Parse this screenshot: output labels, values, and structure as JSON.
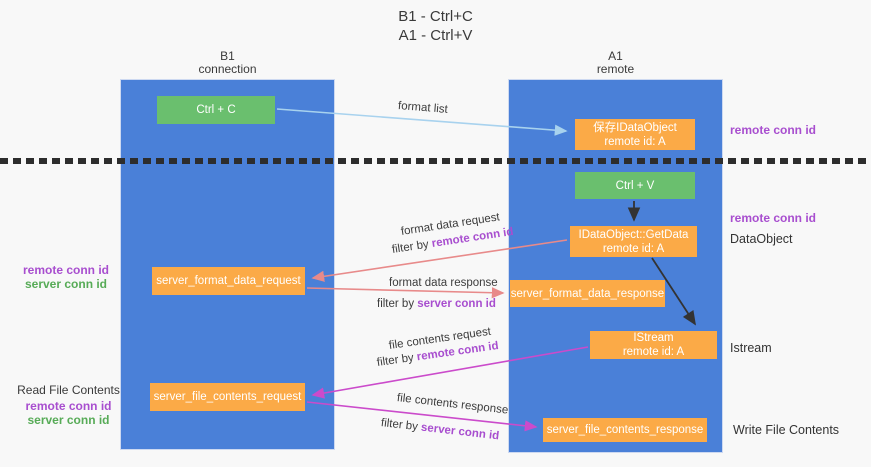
{
  "title": {
    "line1": "B1 - Ctrl+C",
    "line2": "A1 - Ctrl+V"
  },
  "lifelines": {
    "left": {
      "name": "B1",
      "role": "connection"
    },
    "right": {
      "name": "A1",
      "role": "remote"
    }
  },
  "boxes": {
    "ctrl_c": {
      "label": "Ctrl + C"
    },
    "saved_idataobject": {
      "line1": "保存IDataObject",
      "line2": "remote id: A"
    },
    "ctrl_v": {
      "label": "Ctrl + V"
    },
    "getdata": {
      "line1": "IDataObject::GetData",
      "line2": "remote id: A"
    },
    "istream": {
      "line1": "IStream",
      "line2": "remote id: A"
    },
    "format_request": {
      "label": "server_format_data_request"
    },
    "format_response": {
      "label": "server_format_data_response"
    },
    "file_request": {
      "label": "server_file_contents_request"
    },
    "file_response": {
      "label": "server_file_contents_response"
    }
  },
  "arrows": {
    "format_list": {
      "label": "format list"
    },
    "format_data_request": {
      "label": "format data request",
      "filter_prefix": "filter by ",
      "filter_key": "remote conn id"
    },
    "format_data_response": {
      "label": "format data response",
      "filter_prefix": "filter by ",
      "filter_key": "server conn id"
    },
    "file_contents_request": {
      "label": "file contents request",
      "filter_prefix": "filter by ",
      "filter_key": "remote conn id"
    },
    "file_contents_response": {
      "label": "file contents response",
      "filter_prefix": "filter by ",
      "filter_key": "server conn id"
    }
  },
  "annotations": {
    "remote_conn_id_top_right": "remote conn id",
    "remote_conn_id_mid_right": "remote conn id",
    "dataobject": "DataObject",
    "istream": "Istream",
    "write_file_contents": "Write File Contents",
    "read_file_contents": "Read File Contents",
    "left_mid": {
      "remote": "remote conn id",
      "server": "server conn id"
    },
    "left_bottom": {
      "remote": "remote conn id",
      "server": "server conn id"
    }
  },
  "colors": {
    "lifeline_blue": "#4a80d8",
    "box_orange": "#fbaa47",
    "box_green": "#6abf6e",
    "arrow_lightblue": "#a8d2ee",
    "arrow_black": "#333333",
    "arrow_salmon": "#e88a8a",
    "arrow_magenta": "#cb4bcb",
    "highlight_purple": "#a84ecf",
    "highlight_green": "#57ab57"
  }
}
